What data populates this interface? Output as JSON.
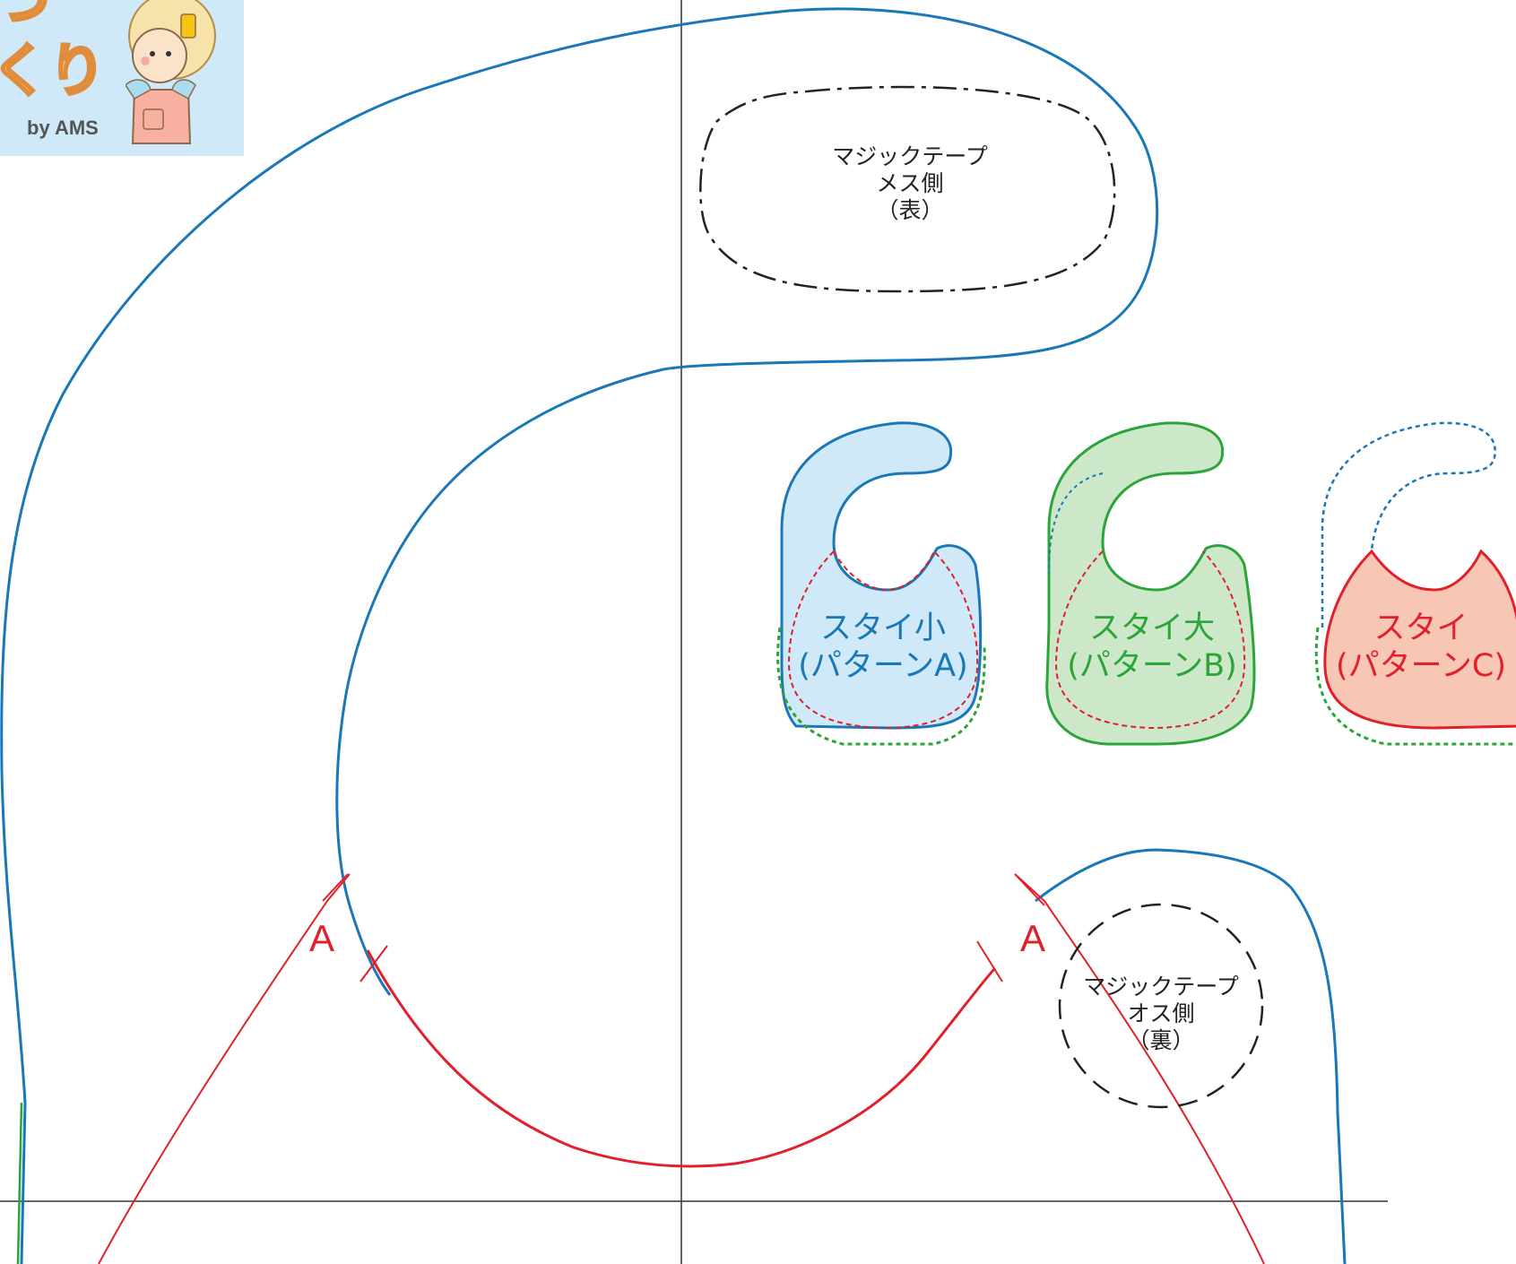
{
  "logo": {
    "kana_top": "つ",
    "kana_bottom": "くり",
    "by_text": "by AMS"
  },
  "notes": {
    "tape_female": {
      "line1": "マジックテープ",
      "line2": "メス側",
      "line3": "（表）"
    },
    "tape_male": {
      "line1": "マジックテープ",
      "line2": "オス側",
      "line3": "（裏）"
    }
  },
  "marks": {
    "left": "A",
    "right": "A"
  },
  "legend": [
    {
      "line1": "スタイ小",
      "line2": "(パターンA)",
      "color": "#1a78b8"
    },
    {
      "line1": "スタイ大",
      "line2": "(パターンB)",
      "color": "#2ba43a"
    },
    {
      "line1": "スタイ",
      "line2": "(パターンC)",
      "color": "#e0202a"
    }
  ],
  "colors": {
    "blue_line": "#1a78b8",
    "green_line": "#2ba43a",
    "red_line": "#e0202a",
    "fill_a": "#cfe9f8",
    "fill_b": "#cde7c9",
    "fill_c": "#f8c6b4",
    "logo_bg": "#cfe9f8"
  }
}
